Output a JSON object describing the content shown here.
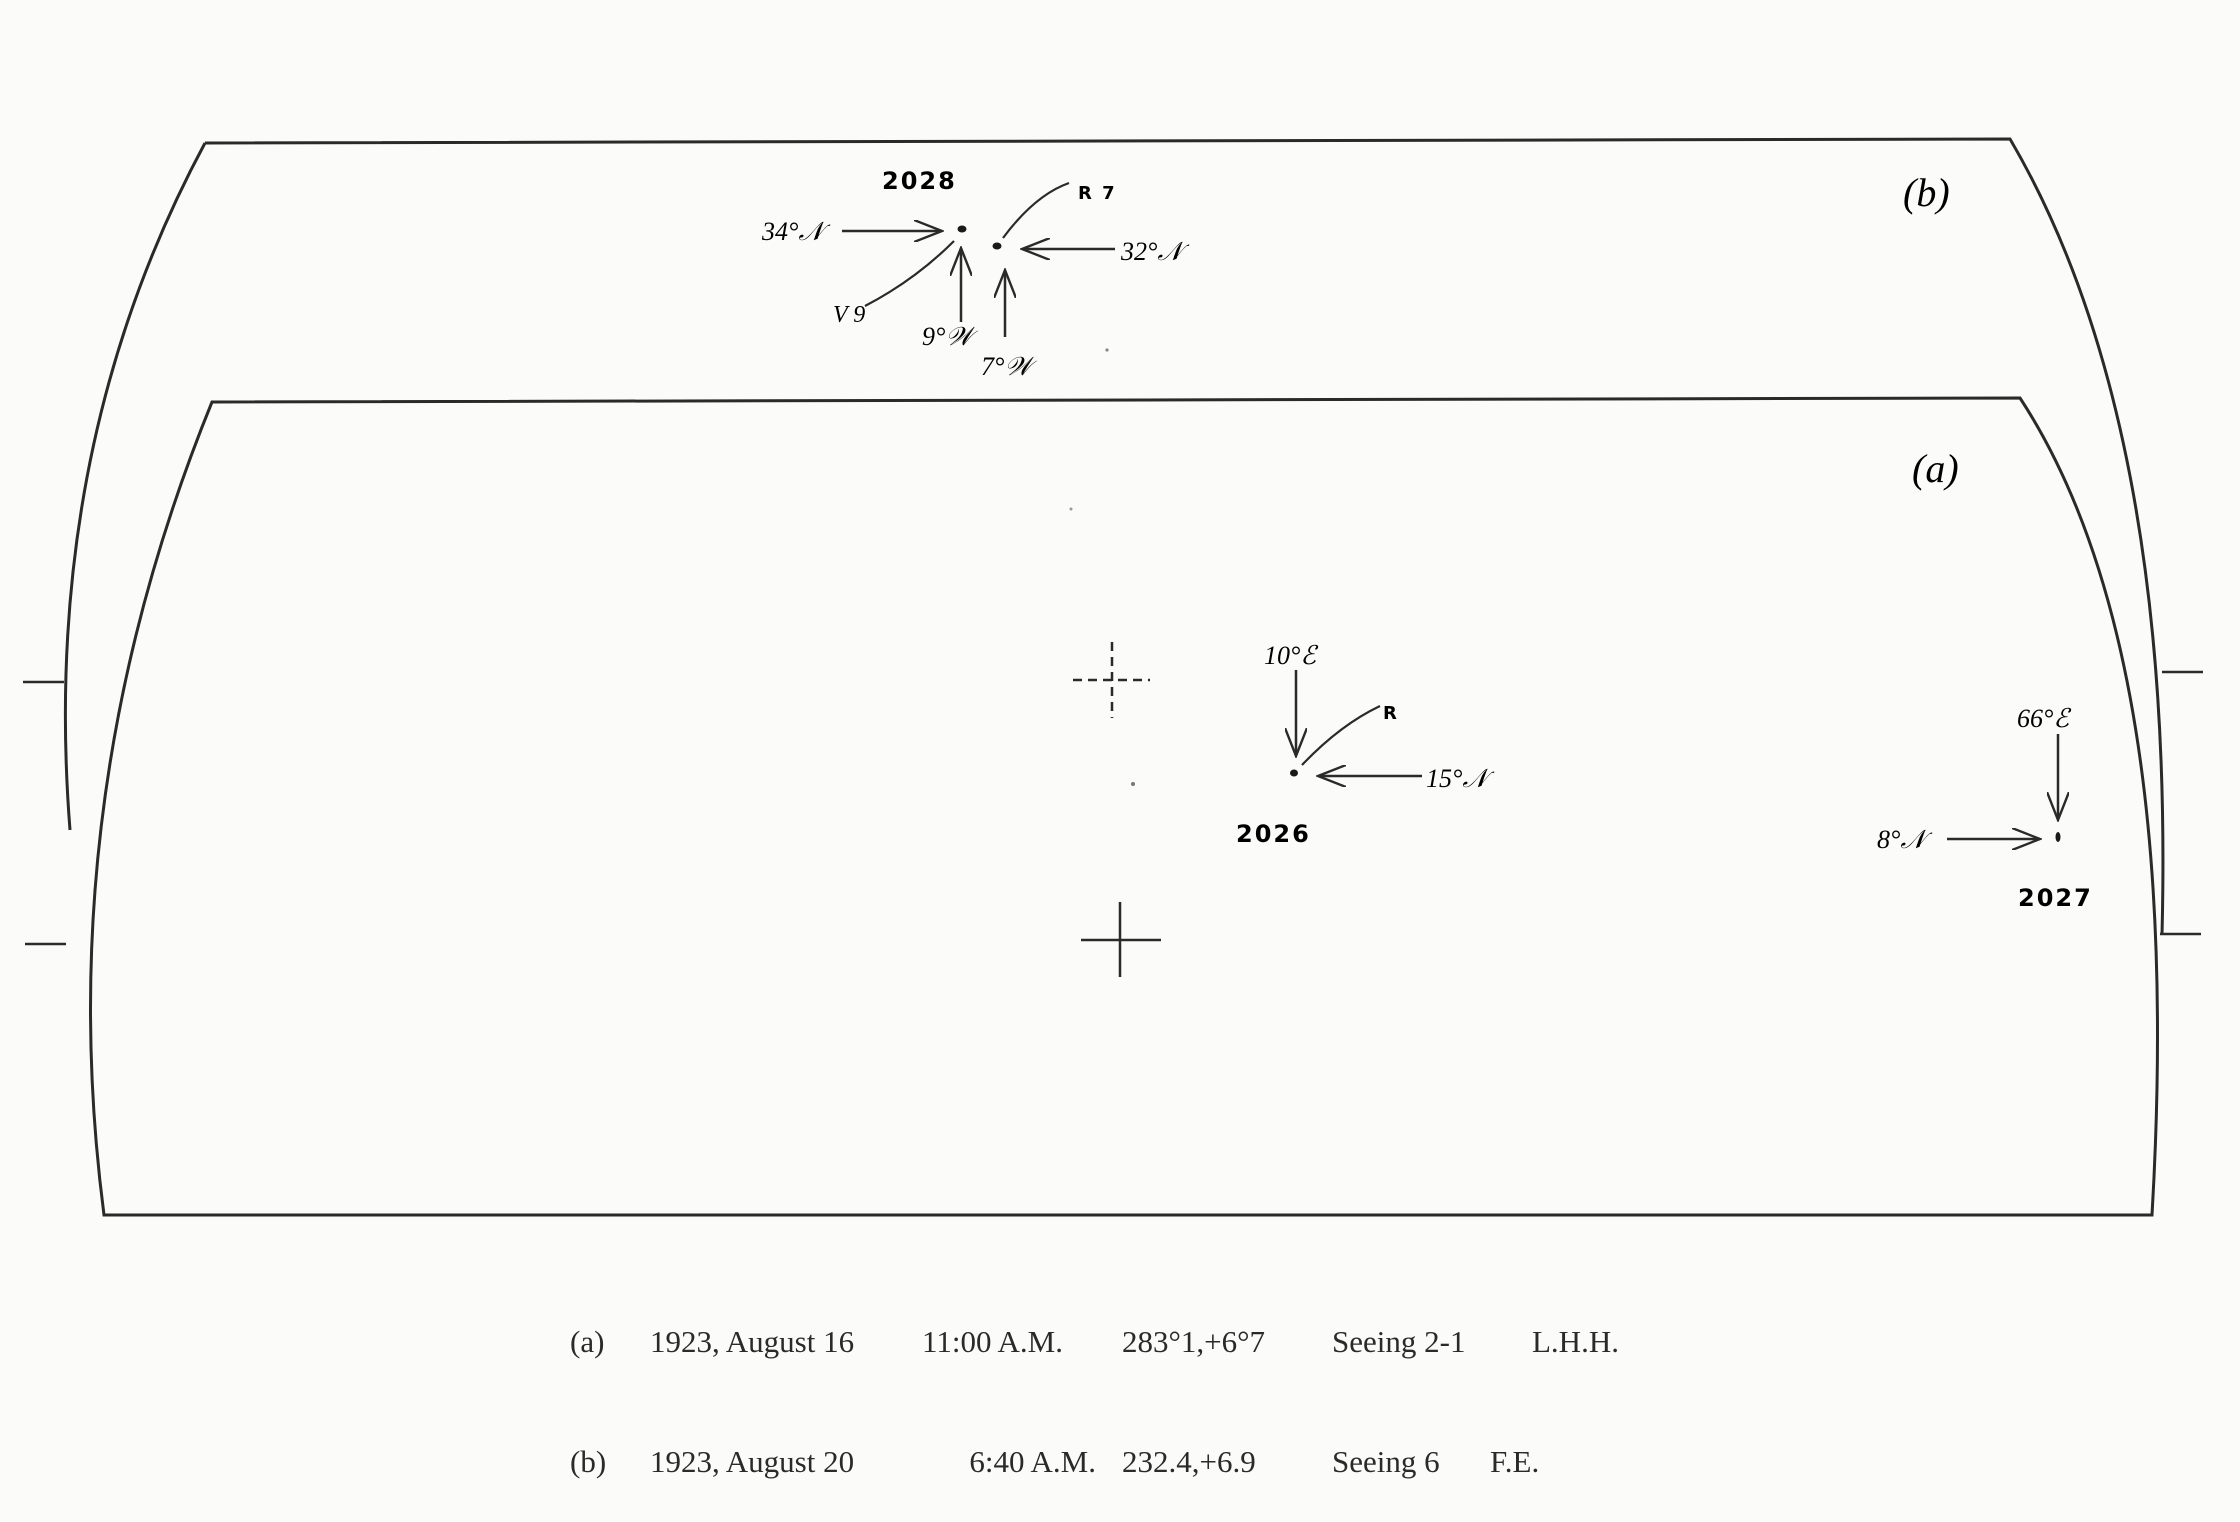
{
  "frame_b": {
    "label": "(b)",
    "spot_group": "2028",
    "spot_left": {
      "lat": "34°𝒩",
      "lon": "9°𝒲",
      "designation": "V 9"
    },
    "spot_right": {
      "lat": "32°𝒩",
      "lon": "7°𝒲",
      "designation": "R 7"
    }
  },
  "frame_a": {
    "label": "(a)",
    "spot_2026": {
      "group": "2026",
      "lon": "10°ℰ",
      "lat": "15°𝒩",
      "designation": "R"
    },
    "spot_2027": {
      "group": "2027",
      "lon": "66°ℰ",
      "lat": "8°𝒩"
    }
  },
  "captions": [
    {
      "label": "(a)",
      "date": "1923, August 16",
      "time": "11:00 A.M.",
      "coords": "283°1,+6°7",
      "seeing": "Seeing 2-1",
      "observer": "L.H.H."
    },
    {
      "label": "(b)",
      "date": "1923, August 20",
      "time": "6:40 A.M.",
      "coords": "232.4,+6.9",
      "seeing": "Seeing 6",
      "observer": "F.E."
    }
  ]
}
